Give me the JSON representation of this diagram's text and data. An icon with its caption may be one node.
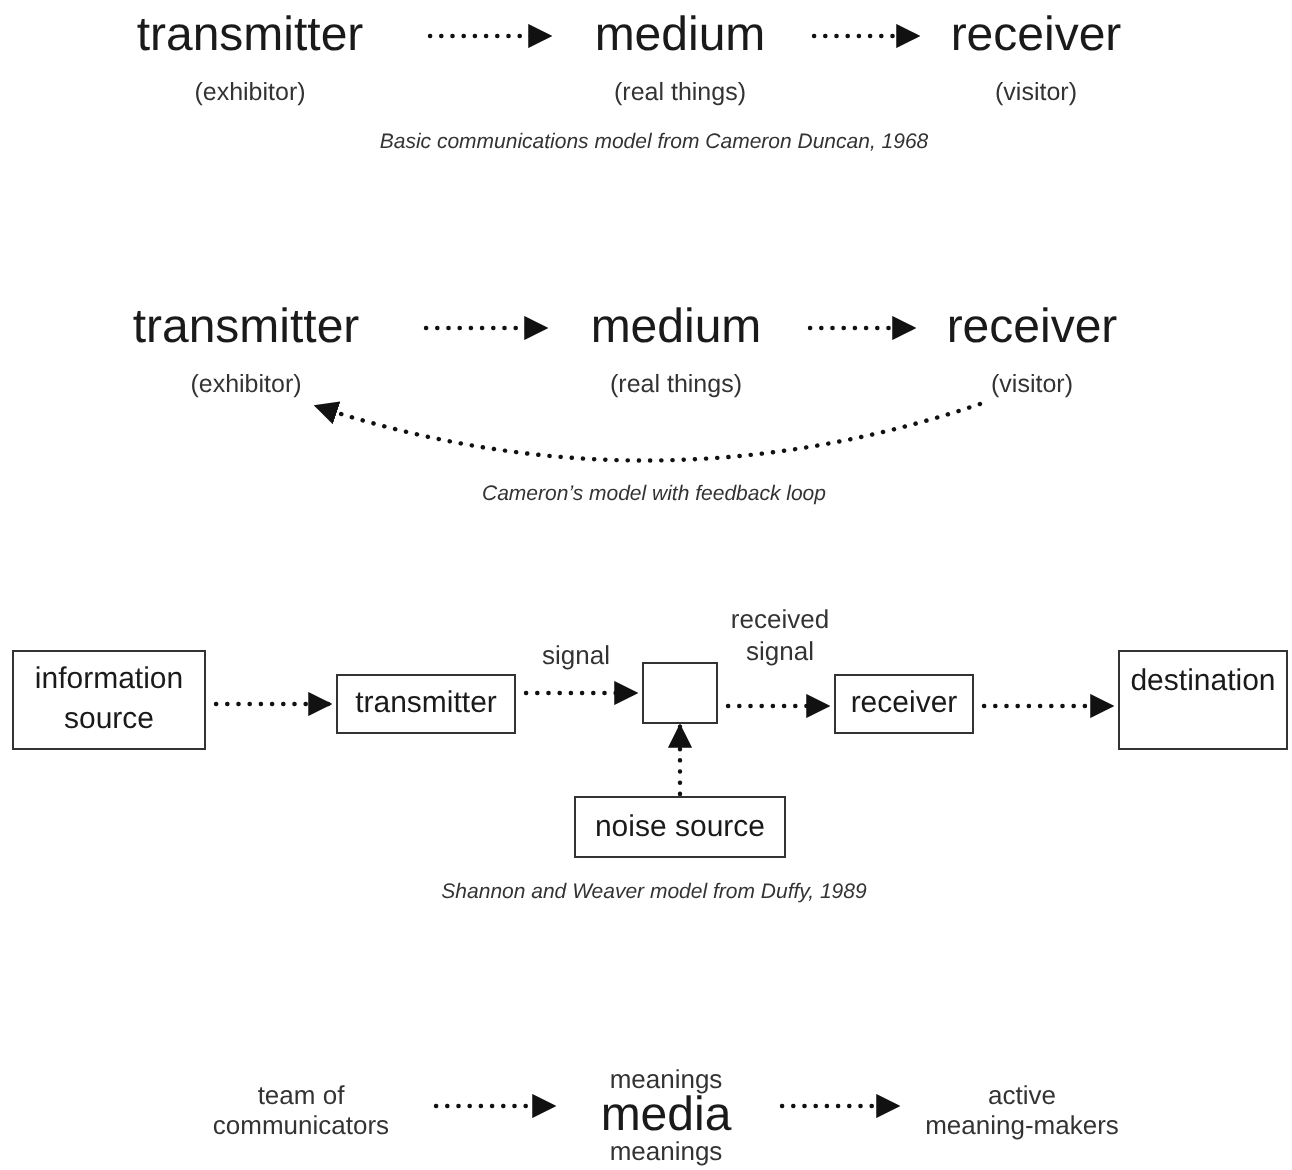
{
  "diagram": {
    "nodes": [
      {
        "text": [
          "transmitter",
          "(exhibitor)"
        ]
      },
      {
        "text": [
          "medium",
          "(real things)"
        ]
      },
      {
        "text": [
          "receiver",
          "(visitor)"
        ]
      },
      {
        "text": [
          "transmitter",
          "(exhibitor)"
        ]
      },
      {
        "text": [
          "medium",
          "(real things)"
        ]
      },
      {
        "text": [
          "receiver",
          "(visitor)"
        ]
      },
      {
        "text": [
          "information source"
        ]
      },
      {
        "text": [
          "transmitter"
        ]
      },
      {
        "text": [],
        "shape": "box"
      },
      {
        "text": [
          "receiver"
        ]
      },
      {
        "text": [
          "destination"
        ]
      },
      {
        "text": [
          "noise source"
        ]
      },
      {
        "text": [
          "team of communicators"
        ]
      },
      {
        "text": [
          "meanings",
          "media",
          "meanings"
        ]
      },
      {
        "text": [
          "active meaning-makers"
        ]
      }
    ],
    "edges": [
      {
        "from": 0,
        "to": 1,
        "arrow": "to"
      },
      {
        "from": 1,
        "to": 2,
        "arrow": "to"
      },
      {
        "from": 3,
        "to": 4,
        "arrow": "to"
      },
      {
        "from": 4,
        "to": 5,
        "arrow": "to"
      },
      {
        "from": 5,
        "to": 3,
        "arrow": "to"
      },
      {
        "from": 6,
        "to": 7,
        "arrow": "to"
      },
      {
        "from": 7,
        "to": 8,
        "arrow": "to",
        "label": "signal"
      },
      {
        "from": 8,
        "to": 9,
        "arrow": "to",
        "label": "received signal"
      },
      {
        "from": 9,
        "to": 10,
        "arrow": "to"
      },
      {
        "from": 11,
        "to": 8,
        "arrow": "to"
      },
      {
        "from": 12,
        "to": 13,
        "arrow": "to"
      },
      {
        "from": 13,
        "to": 14,
        "arrow": "to"
      }
    ],
    "labels": [
      "Basic communications model from Cameron Duncan, 1968",
      "Cameron’s model with feedback loop",
      "Shannon and Weaver model from Duffy, 1989"
    ]
  }
}
